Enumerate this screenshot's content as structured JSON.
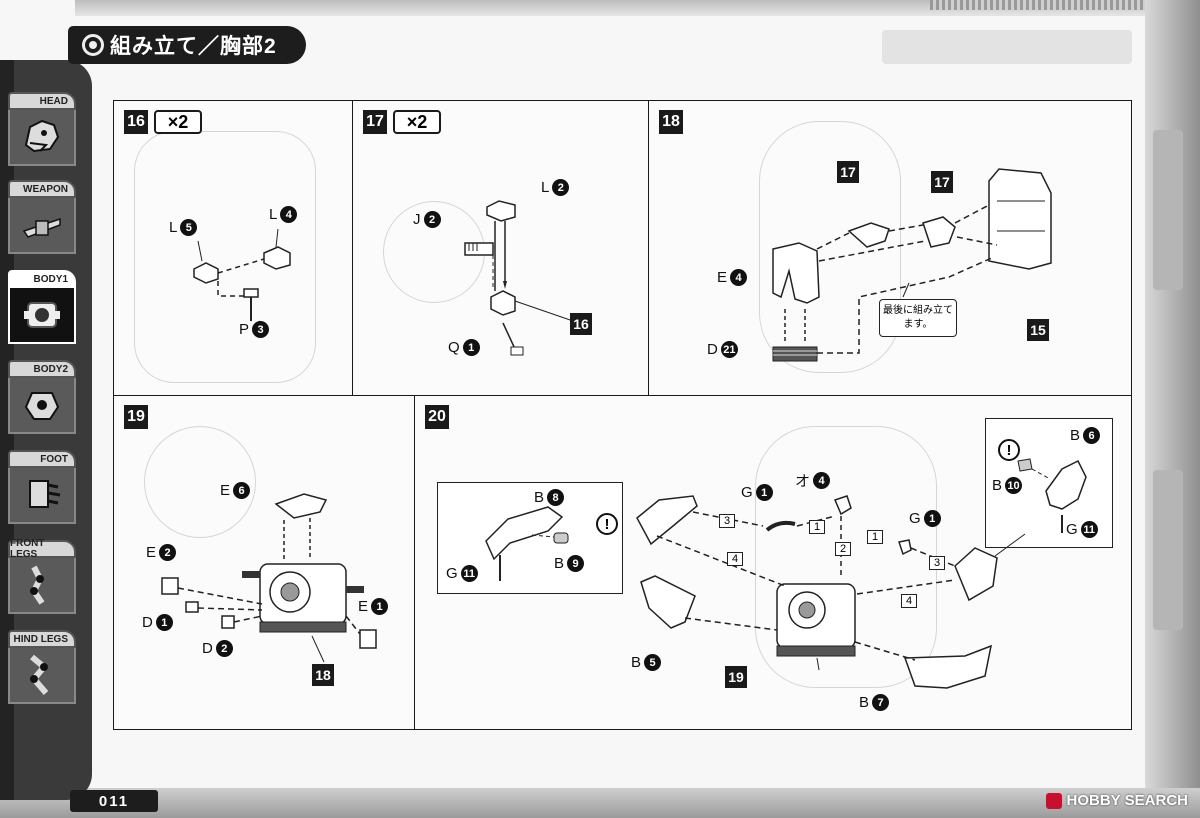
{
  "header": {
    "title": "組み立て／胸部2"
  },
  "sidebar": {
    "tabs": [
      {
        "label": "HEAD",
        "icon": "head-icon"
      },
      {
        "label": "WEAPON",
        "icon": "weapon-icon"
      },
      {
        "label": "BODY1",
        "icon": "body1-icon"
      },
      {
        "label": "BODY2",
        "icon": "body2-icon"
      },
      {
        "label": "FOOT",
        "icon": "foot-icon"
      },
      {
        "label": "FRONT LEGS",
        "icon": "front-legs-icon"
      },
      {
        "label": "HIND LEGS",
        "icon": "hind-legs-icon"
      }
    ],
    "active": "BODY1"
  },
  "steps": {
    "s16": {
      "num": "16",
      "times": "×2",
      "parts": [
        {
          "letter": "L",
          "num": "5"
        },
        {
          "letter": "L",
          "num": "4"
        },
        {
          "letter": "P",
          "num": "3"
        }
      ]
    },
    "s17": {
      "num": "17",
      "times": "×2",
      "parts": [
        {
          "letter": "L",
          "num": "2"
        },
        {
          "letter": "J",
          "num": "2"
        },
        {
          "letter": "Q",
          "num": "1"
        }
      ],
      "result_ref": "16"
    },
    "s18": {
      "num": "18",
      "parts": [
        {
          "letter": "E",
          "num": "4"
        },
        {
          "letter": "D",
          "num": "21"
        }
      ],
      "refs": [
        "17",
        "17",
        "15"
      ],
      "note": "最後に組み立てます。"
    },
    "s19": {
      "num": "19",
      "parts": [
        {
          "letter": "E",
          "num": "6"
        },
        {
          "letter": "E",
          "num": "2"
        },
        {
          "letter": "D",
          "num": "1"
        },
        {
          "letter": "D",
          "num": "2"
        },
        {
          "letter": "E",
          "num": "1"
        }
      ],
      "ref": "18"
    },
    "s20": {
      "num": "20",
      "inset_parts": [
        {
          "letter": "B",
          "num": "8"
        },
        {
          "letter": "G",
          "num": "11"
        },
        {
          "letter": "B",
          "num": "9"
        }
      ],
      "parts": [
        {
          "letter": "G",
          "num": "1"
        },
        {
          "letter": "オ",
          "num": "4"
        },
        {
          "letter": "G",
          "num": "1"
        },
        {
          "letter": "B",
          "num": "5"
        },
        {
          "letter": "B",
          "num": "7"
        }
      ],
      "inset2_parts": [
        {
          "letter": "B",
          "num": "6"
        },
        {
          "letter": "B",
          "num": "10"
        },
        {
          "letter": "G",
          "num": "11"
        }
      ],
      "ref": "19",
      "orders": [
        "3",
        "1",
        "2",
        "1",
        "3",
        "4",
        "4"
      ],
      "warn": "!"
    }
  },
  "footer": {
    "page": "011",
    "watermark_brand": "HOBBY",
    "watermark_word": "SEARCH"
  },
  "colors": {
    "frame_dark": "#1d1d1d",
    "accent_red": "#c8102e"
  }
}
